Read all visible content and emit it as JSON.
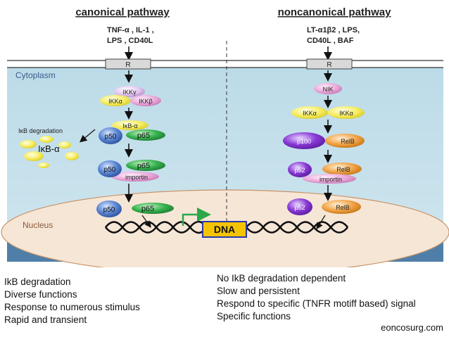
{
  "canonical": {
    "title": "canonical pathway",
    "ligands": [
      "TNF-α , IL-1 ,",
      "LPS , CD40L"
    ],
    "receptor": "R",
    "ikk_gamma": "IKKγ",
    "ikk_alpha": "IKKα",
    "ikk_beta": "IKKβ",
    "ikb_degradation": "IκB degradation",
    "ikb_alpha": "IκB-α",
    "ikb_alpha_free": "IκB-α",
    "p50": "p50",
    "p65": "p65",
    "importin": "importin"
  },
  "noncanonical": {
    "title": "noncanonical pathway",
    "ligands": [
      "LT-α1β2 , LPS,",
      "CD40L , BAF"
    ],
    "receptor": "R",
    "nik": "NIK",
    "ikk_alpha": "IKKα",
    "p100": "p100",
    "relb": "RelB",
    "p52": "p52",
    "importin": "importin"
  },
  "compartments": {
    "cytoplasm": "Cytoplasm",
    "nucleus": "Nucleus",
    "dna": "DNA"
  },
  "notes_left": [
    "IkB degradation",
    "Diverse functions",
    "Response to numerous stimulus",
    "Rapid and transient"
  ],
  "notes_right": [
    "No IkB degradation dependent",
    "Slow and persistent",
    "Respond to specific (TNFR motiff based) signal",
    "Specific functions"
  ],
  "credit": "eoncosurg.com",
  "colors": {
    "cytoplasm": "#c9e3ee",
    "nucleus": "#f6e6d6",
    "blue_protein": "#4b78c9",
    "green_protein": "#2da34a",
    "orange_protein": "#f0a24a",
    "purple_protein": "#7a2fc8",
    "yellow_protein": "#f4ea5a",
    "pink_protein": "#e7a4d6",
    "dna_box": "#f5c400"
  }
}
